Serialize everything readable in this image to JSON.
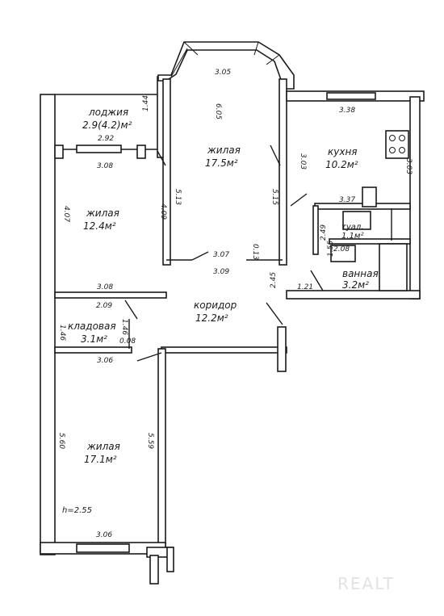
{
  "rooms": {
    "loggia": {
      "name": "лоджия",
      "area": "2.9(4.2)м²"
    },
    "living_top": {
      "name": "жилая",
      "area": "17.5м²"
    },
    "kitchen": {
      "name": "кухня",
      "area": "10.2м²"
    },
    "living_left": {
      "name": "жилая",
      "area": "12.4м²"
    },
    "toilet": {
      "name": "туал.",
      "area": "1.1м²"
    },
    "bathroom": {
      "name": "ванная",
      "area": "3.2м²"
    },
    "corridor": {
      "name": "коридор",
      "area": "12.2м²"
    },
    "storage": {
      "name": "кладовая",
      "area": "3.1м²"
    },
    "living_bottom": {
      "name": "жилая",
      "area": "17.1м²"
    }
  },
  "dims": {
    "d305": "3.05",
    "d605": "6.05",
    "d144": "1.44",
    "d338": "3.38",
    "d292": "2.92",
    "d308a": "3.08",
    "d303a": "3.03",
    "d303b": "3.03",
    "d407": "4.07",
    "d513": "5.13",
    "d409": "4.09",
    "d515": "5.15",
    "d337": "3.37",
    "d249": "2.49",
    "d208": "2.08",
    "d155": "1.55",
    "d307": "3.07",
    "d013": "0.13",
    "d309": "3.09",
    "d308b": "3.08",
    "d209": "2.09",
    "d245": "2.45",
    "d121": "1.21",
    "d146a": "1.46",
    "d146b": "1.46",
    "d008": "0.08",
    "d306a": "3.06",
    "d560": "5.60",
    "d559": "5.59",
    "d306b": "3.06"
  },
  "ceiling_height": "h=2.55",
  "watermark": "REALT"
}
